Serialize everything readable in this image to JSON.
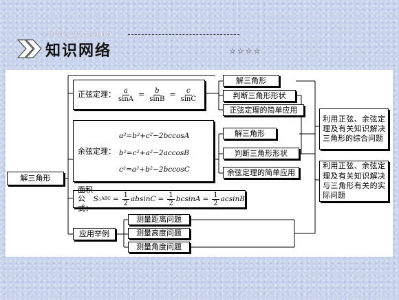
{
  "header": {
    "pinyin": "ZHISHI WANGLUO",
    "title": "知识网络",
    "stars": "☆☆☆☆"
  },
  "diagram": {
    "root": "解三角形",
    "sine_law": {
      "label": "正弦定理：",
      "formula": {
        "a": "a",
        "sinA": "sinA",
        "b": "b",
        "sinB": "sinB",
        "c": "c",
        "sinC": "sinC"
      },
      "children": [
        "解三角形",
        "判断三角形形状",
        "正弦定理的简单应用"
      ]
    },
    "cosine_law": {
      "label": "余弦定理：",
      "formulas": [
        "a²=b²+c²−2bccosA",
        "b²=c²+a²−2accosB",
        "c²=a²+b²−2bccosC"
      ],
      "children": [
        "解三角形",
        "判断三角形形状",
        "余弦定理的简单应用"
      ]
    },
    "area_formula": {
      "label": "面积公式：",
      "S": "S",
      "sub": "△ABC",
      "half": "1",
      "den": "2",
      "t1": "absinC",
      "t2": "bcsinA",
      "t3": "acsinB"
    },
    "application": {
      "label": "应用举例",
      "children": [
        "测量距离问题",
        "测量高度问题",
        "测量角度问题"
      ]
    },
    "right": [
      "利用正弦、余弦定理及有关知识解决三角形的综合问题",
      "利用正弦、余弦定理及有关知识解决与三角形有关的实际问题"
    ]
  }
}
